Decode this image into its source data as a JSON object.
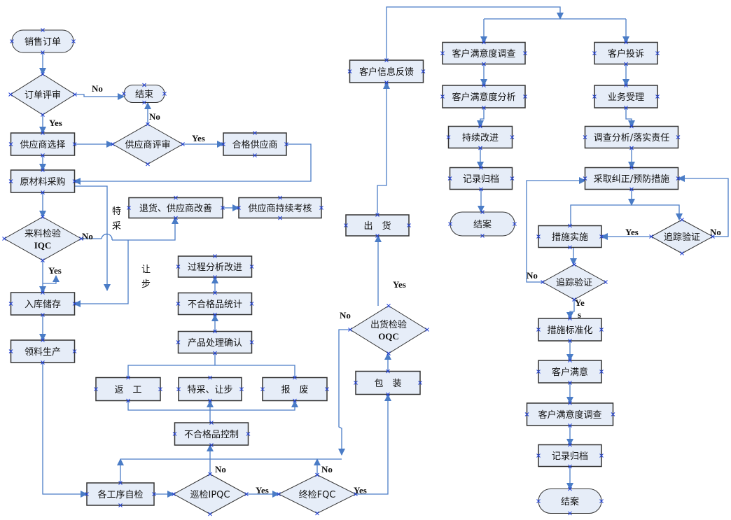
{
  "colors": {
    "node_fill": "#e6edf8",
    "node_stroke": "#333333",
    "connector": "#4a7cc6",
    "connection_point": "#1f3fd6"
  },
  "nodes": {
    "n1": "销售订单",
    "d1": "订单评审",
    "t2": "结束",
    "b1": "供应商选择",
    "d2": "供应商评审",
    "b2": "合格供应商",
    "b3": "原材料采购",
    "b4": "退货、供应商改善",
    "b5": "供应商持续考核",
    "d3": [
      "来料检验",
      "IQC"
    ],
    "b6": "入库储存",
    "b7": "领料生产",
    "b8": "过程分析改进",
    "b9": "不合格品统计",
    "b10": "产品处理确认",
    "b11": "返　工",
    "b12": "特采、让步",
    "b13": "报　废",
    "b14": "不合格品控制",
    "b15": "各工序自检",
    "d4": "巡检IPQC",
    "d5": "终检FQC",
    "b16": "包　装",
    "d6": [
      "出货检验",
      "OQC"
    ],
    "b17": "出　货",
    "b18": "客户信息反馈",
    "b19": "客户满意度调查",
    "b20": "客户满意度分析",
    "b21": "持续改进",
    "b22": "记录归档",
    "t3": "结案",
    "b23": "客户投诉",
    "b24": "业务受理",
    "b25": "调查分析/落实责任",
    "b26": "采取纠正/预防措施",
    "b27": "措施实施",
    "d7": "追踪验证",
    "d8": "追踪验证",
    "b28": "措施标准化",
    "b29": "客户满意",
    "b30": "客户满意度调查",
    "b31": "记录归档",
    "t4": "结案"
  },
  "edge_labels": {
    "l1": "No",
    "l2": "Yes",
    "l3": "No",
    "l4": "Yes",
    "l5a": "特",
    "l5b": "采",
    "l6": "No",
    "l7": "Yes",
    "l8a": "让",
    "l8b": "步",
    "l9": "No",
    "l10": "Yes",
    "l11": "No",
    "l12": "Yes",
    "l13": "No",
    "l14": "Yes",
    "l15": "Yes",
    "l16": "No",
    "l17": "No",
    "l18a": "Ye",
    "l18b": "s"
  }
}
